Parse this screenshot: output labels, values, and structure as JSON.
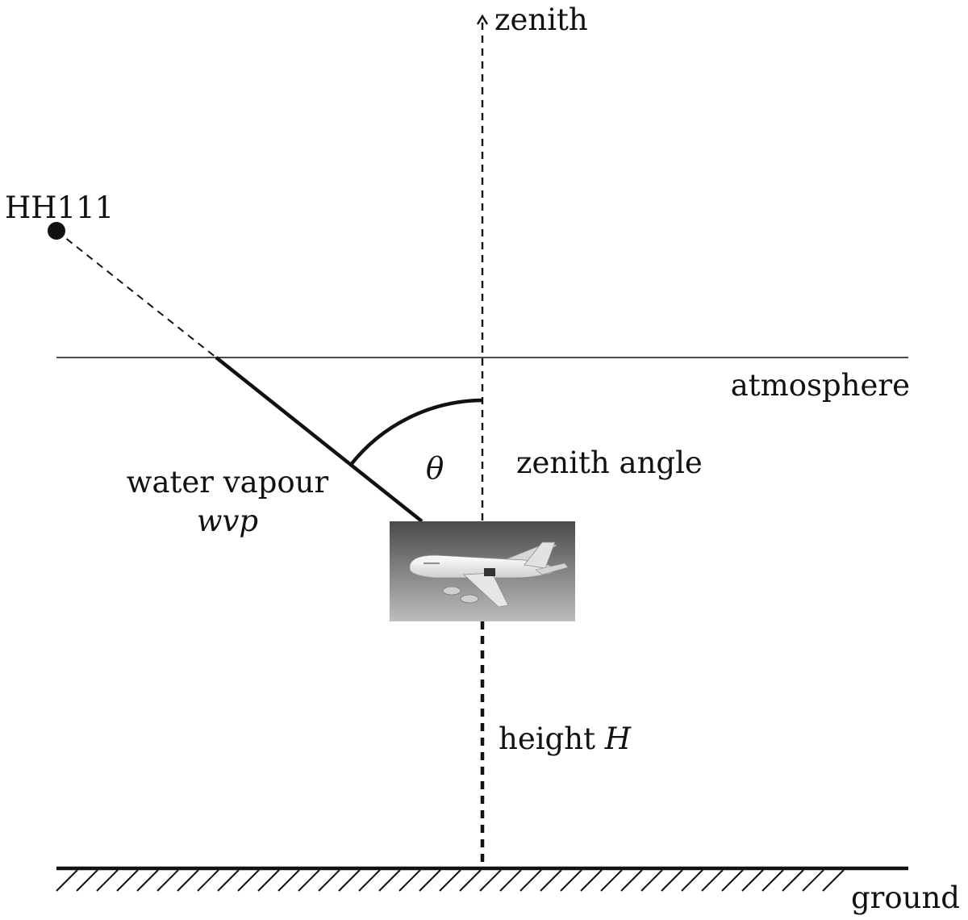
{
  "labels": {
    "zenith": "zenith",
    "source": "HH111",
    "atmosphere": "atmosphere",
    "zenith_angle": "zenith angle",
    "theta": "θ",
    "water_vapour": "water vapour",
    "wvp": "wvp",
    "height_prefix": "height ",
    "height_symbol": "H",
    "ground": "ground"
  },
  "colors": {
    "ink": "#111111",
    "background": "#ffffff"
  },
  "icons": {
    "aircraft": "airplane-photo"
  }
}
